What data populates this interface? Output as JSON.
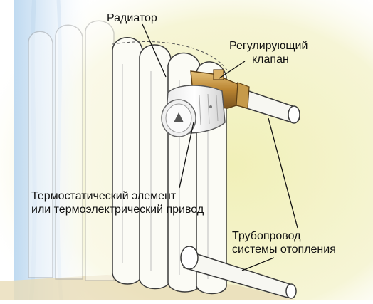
{
  "labels": {
    "radiator": "Радиатор",
    "valve": [
      "Регулирующий",
      "клапан"
    ],
    "thermostat": [
      "Термостатический элемент",
      "или термоэлектрический привод"
    ],
    "pipe": [
      "Трубопровод",
      "системы отопления"
    ]
  },
  "colors": {
    "background": "#ffffff",
    "wall": "#f4f3c6",
    "curtain": "#d4e7f6",
    "radiator_fill": "#fbfbf5",
    "radiator_line": "#3a3a3a",
    "valve_brass": "#c08e3c",
    "pipe_fill": "#f7f7f2",
    "leader_line": "#111111",
    "floor": "#d8c59c"
  }
}
